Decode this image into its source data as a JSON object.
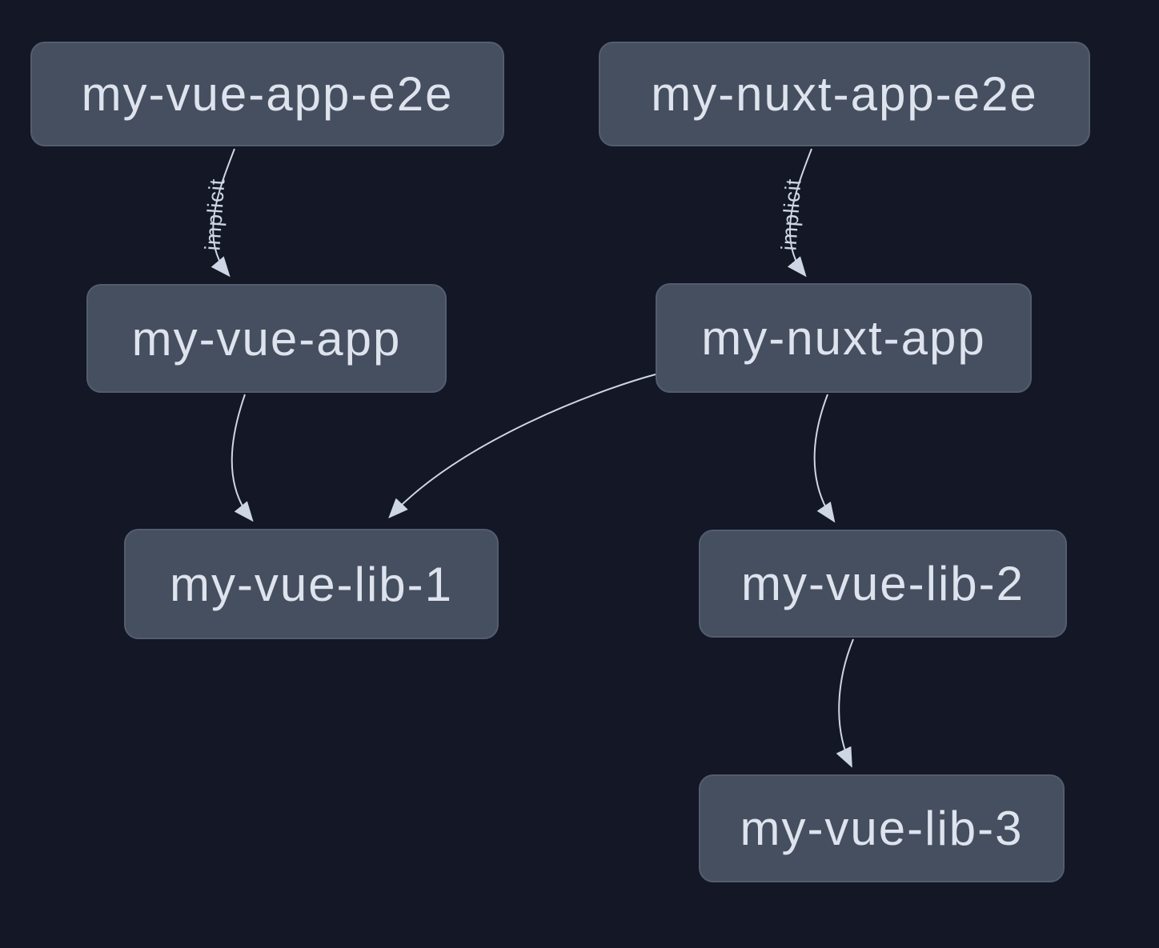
{
  "graph": {
    "nodes": [
      {
        "id": "my-vue-app-e2e",
        "label": "my-vue-app-e2e"
      },
      {
        "id": "my-nuxt-app-e2e",
        "label": "my-nuxt-app-e2e"
      },
      {
        "id": "my-vue-app",
        "label": "my-vue-app"
      },
      {
        "id": "my-nuxt-app",
        "label": "my-nuxt-app"
      },
      {
        "id": "my-vue-lib-1",
        "label": "my-vue-lib-1"
      },
      {
        "id": "my-vue-lib-2",
        "label": "my-vue-lib-2"
      },
      {
        "id": "my-vue-lib-3",
        "label": "my-vue-lib-3"
      }
    ],
    "edges": [
      {
        "source": "my-vue-app-e2e",
        "target": "my-vue-app",
        "label": "implicit"
      },
      {
        "source": "my-nuxt-app-e2e",
        "target": "my-nuxt-app",
        "label": "implicit"
      },
      {
        "source": "my-vue-app",
        "target": "my-vue-lib-1",
        "label": ""
      },
      {
        "source": "my-nuxt-app",
        "target": "my-vue-lib-1",
        "label": ""
      },
      {
        "source": "my-nuxt-app",
        "target": "my-vue-lib-2",
        "label": ""
      },
      {
        "source": "my-vue-lib-2",
        "target": "my-vue-lib-3",
        "label": ""
      }
    ]
  },
  "colors": {
    "bg": "#131726",
    "node-fill": "#454f60",
    "node-border": "#535d6e",
    "node-text": "#dee3ed",
    "edge": "#ced6e5",
    "edge-label": "#ced6e5"
  }
}
